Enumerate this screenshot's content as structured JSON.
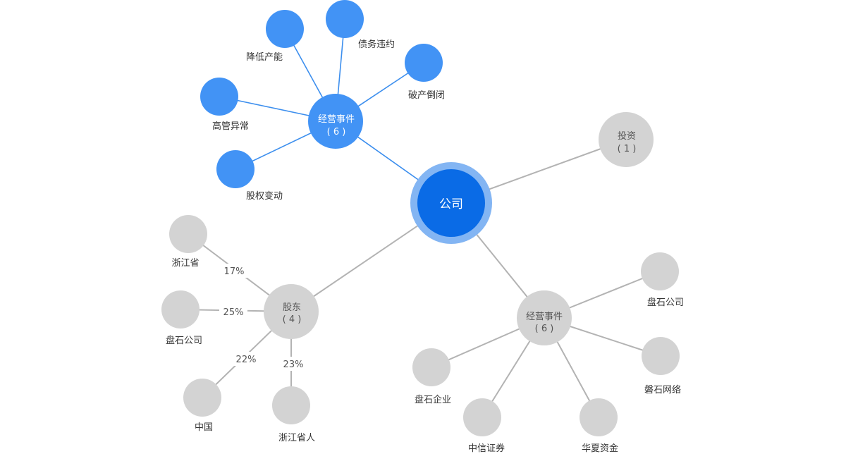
{
  "center": {
    "label": "公司",
    "colors": {
      "fill": "#0a6be6",
      "ring": "#83b5f3"
    }
  },
  "events_blue": {
    "label": "经营事件",
    "count": "( 6 )",
    "children": [
      "降低产能",
      "债务违约",
      "破产倒闭",
      "高管异常",
      "股权变动"
    ]
  },
  "investment": {
    "label": "投资",
    "count": "( 1 )"
  },
  "shareholders": {
    "label": "股东",
    "count": "( 4 )",
    "children": [
      {
        "name": "浙江省",
        "pct": "17%"
      },
      {
        "name": "盘石公司",
        "pct": "25%"
      },
      {
        "name": "中国",
        "pct": "22%"
      },
      {
        "name": "浙江省人",
        "pct": "23%"
      }
    ]
  },
  "events_gray": {
    "label": "经营事件",
    "count": "( 6 )",
    "children": [
      "盘石公司",
      "盘石企业",
      "磐石网络",
      "中信证券",
      "华夏资金"
    ]
  },
  "colors": {
    "blue": "#4293f5",
    "gray": "#d3d3d3",
    "gray_edge": "#b3b3b3",
    "blue_edge": "#3d8fee"
  }
}
